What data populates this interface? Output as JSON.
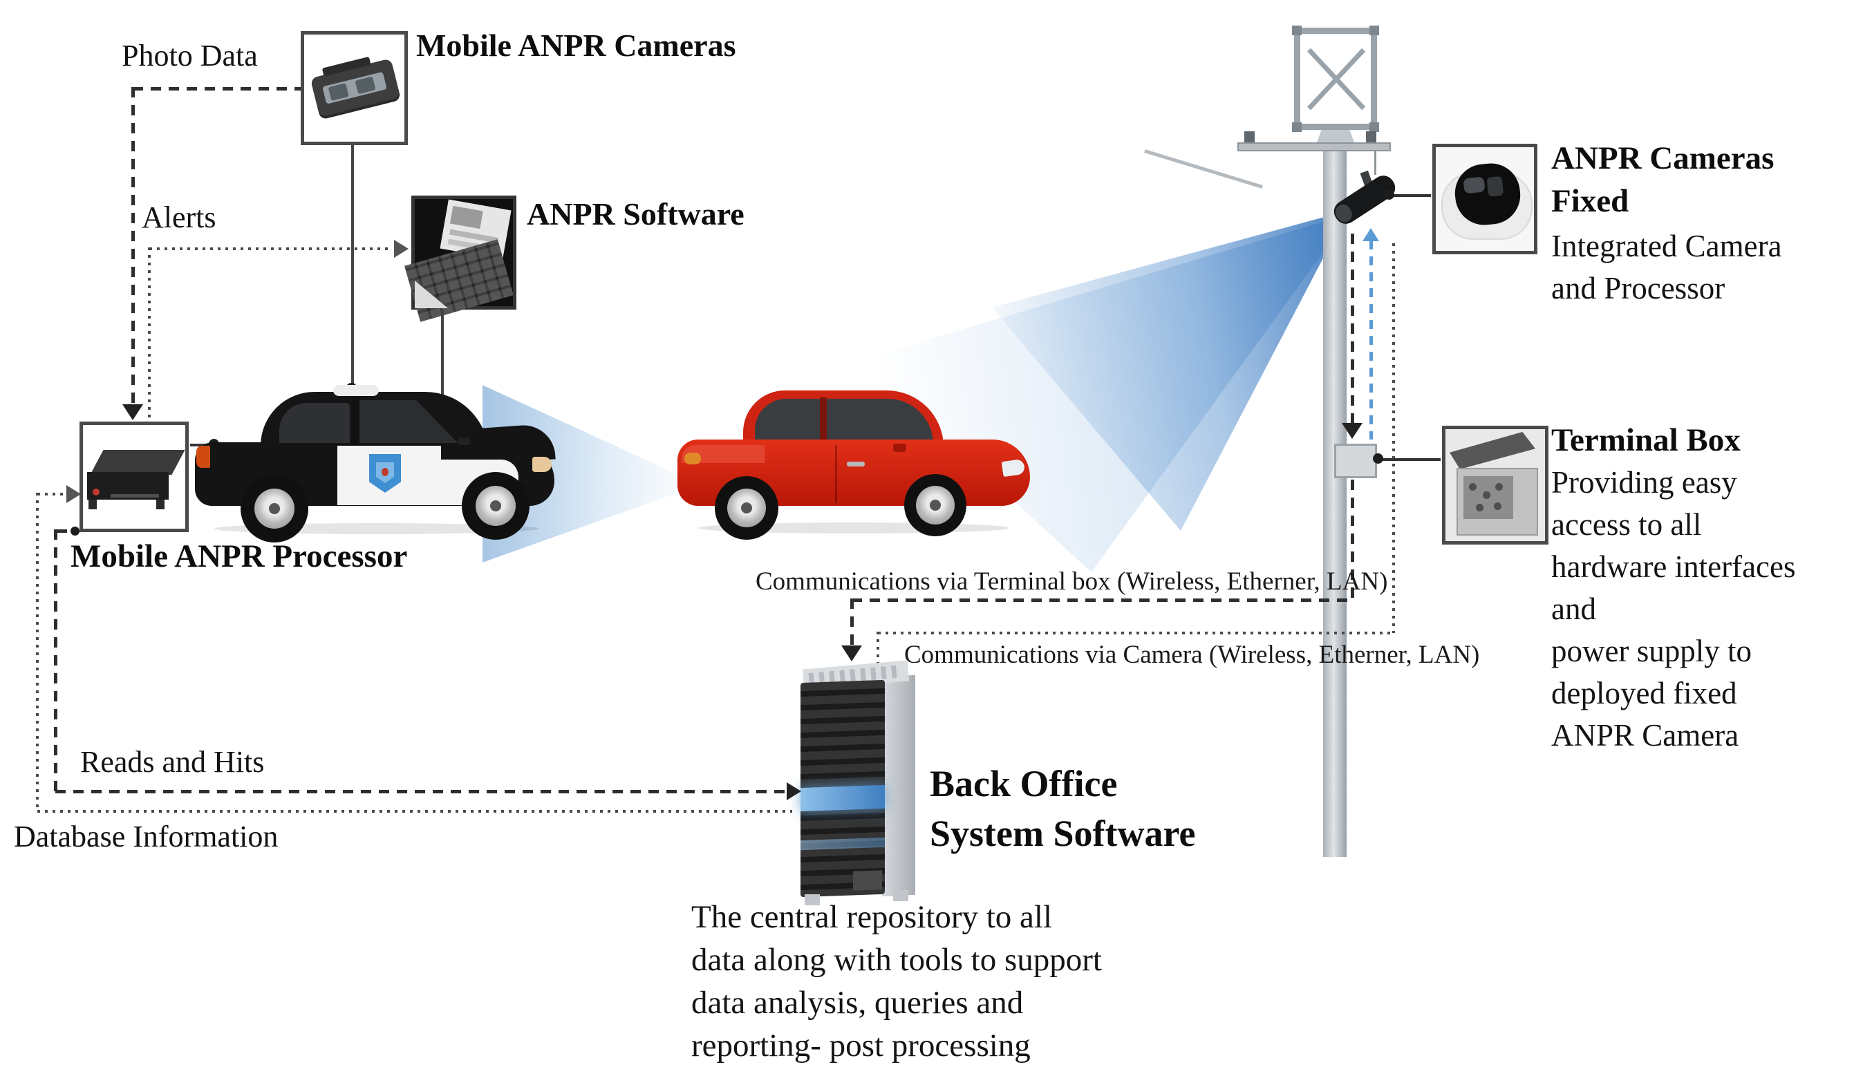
{
  "diagram": {
    "mobile_cameras": {
      "label": "Mobile ANPR Cameras"
    },
    "photo_data": {
      "label": "Photo Data"
    },
    "alerts": {
      "label": "Alerts"
    },
    "anpr_software": {
      "label": "ANPR Software"
    },
    "mobile_processor": {
      "label": "Mobile ANPR Processor"
    },
    "fixed_cameras": {
      "title_lines": [
        "ANPR Cameras",
        "Fixed"
      ],
      "subtitle_lines": [
        "Integrated Camera",
        "and Processor"
      ]
    },
    "terminal_box": {
      "title": "Terminal Box",
      "desc_lines": [
        "Providing easy",
        "access to all",
        "hardware interfaces",
        "and",
        "power supply to",
        "deployed fixed",
        "ANPR Camera"
      ]
    },
    "comms": {
      "via_terminal": "Communications via Terminal box (Wireless, Etherner, LAN)",
      "via_camera": "Communications via Camera (Wireless, Etherner, LAN)"
    },
    "back_office": {
      "title_lines": [
        "Back Office",
        "System Software"
      ],
      "desc_lines": [
        "The central repository to all",
        "data along with tools to support",
        "data analysis, queries and",
        "reporting- post processing"
      ]
    },
    "reads_hits": {
      "label": "Reads and Hits"
    },
    "database_info": {
      "label": "Database Information"
    },
    "colors": {
      "accent_blue": "#5b9bd5",
      "beam_blue": "#4f8fd0",
      "police_badge_blue": "#3f8fd2",
      "red_car": "#d92918",
      "server_stripe_blue": "#4f8fd0",
      "line_dark": "#2e2e2e"
    }
  }
}
